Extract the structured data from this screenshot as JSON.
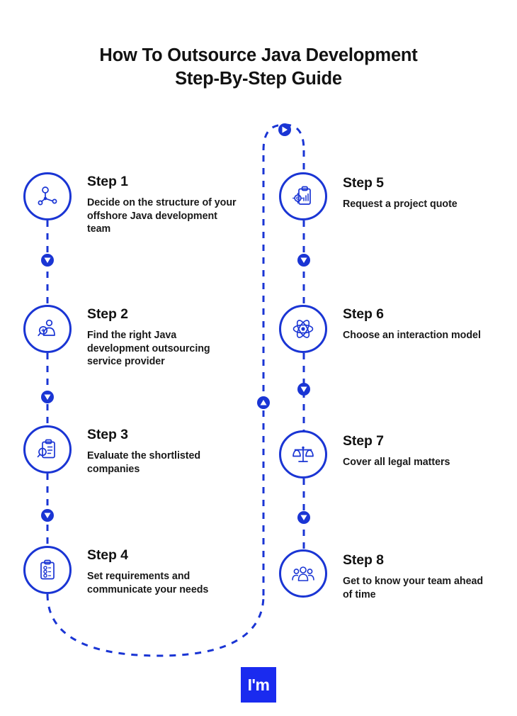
{
  "theme": {
    "accent_blue": "#1a35d4",
    "logo_blue": "#1a2bef",
    "text_dark": "#121212",
    "background": "#ffffff"
  },
  "title": {
    "line1": "How To Outsource Java Development",
    "line2": "Step-By-Step Guide"
  },
  "steps": [
    {
      "id": 1,
      "label": "Step 1",
      "description": "Decide on the structure of your offshore Java development team",
      "icon": "network-nodes-icon"
    },
    {
      "id": 2,
      "label": "Step 2",
      "description": "Find the right Java development outsourcing service provider",
      "icon": "person-search-icon"
    },
    {
      "id": 3,
      "label": "Step 3",
      "description": "Evaluate the shortlisted companies",
      "icon": "clipboard-magnifier-icon"
    },
    {
      "id": 4,
      "label": "Step 4",
      "description": "Set requirements and communicate your needs",
      "icon": "clipboard-checklist-icon"
    },
    {
      "id": 5,
      "label": "Step 5",
      "description": "Request a project quote",
      "icon": "clipboard-chart-gear-icon"
    },
    {
      "id": 6,
      "label": "Step 6",
      "description": "Choose an interaction model",
      "icon": "atom-icon"
    },
    {
      "id": 7,
      "label": "Step 7",
      "description": "Cover all legal matters",
      "icon": "scales-of-justice-icon"
    },
    {
      "id": 8,
      "label": "Step 8",
      "description": "Get to know your team ahead of time",
      "icon": "people-group-icon"
    }
  ],
  "logo": {
    "text": "I'm"
  }
}
